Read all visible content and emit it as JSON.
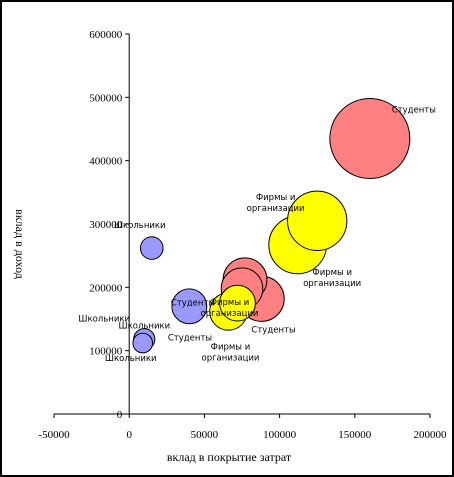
{
  "chart_data": {
    "type": "bubble",
    "title": "",
    "xlabel": "вклад в покрытие затрат",
    "ylabel": "вклад в доход",
    "xlim": [
      -50000,
      200000
    ],
    "ylim": [
      0,
      600000
    ],
    "x_ticks": [
      -50000,
      0,
      50000,
      100000,
      150000,
      200000
    ],
    "y_ticks": [
      0,
      100000,
      200000,
      300000,
      400000,
      500000,
      600000
    ],
    "grid": false,
    "legend": "none",
    "colors": {
      "Школьники": "#9999ff",
      "Студенты": "#ff8080",
      "Фирмы и организации": "#ffff00"
    },
    "points": [
      {
        "group": "Студенты",
        "x": 160000,
        "y": 435000,
        "size": 100,
        "label": [
          "Студенты"
        ]
      },
      {
        "group": "Студенты",
        "x": 88000,
        "y": 182000,
        "size": 32,
        "label": [
          "Студенты"
        ]
      },
      {
        "group": "Студенты",
        "x": 77000,
        "y": 212000,
        "size": 30,
        "label": [
          "Студенты"
        ]
      },
      {
        "group": "Студенты",
        "x": 75000,
        "y": 198000,
        "size": 27,
        "label": [
          "Студенты"
        ]
      },
      {
        "group": "Школьники",
        "x": 15000,
        "y": 262000,
        "size": 8,
        "label": [
          "Школьники"
        ]
      },
      {
        "group": "Школьники",
        "x": 40000,
        "y": 170000,
        "size": 19,
        "label": [
          "Школьники"
        ]
      },
      {
        "group": "Школьники",
        "x": 10000,
        "y": 118000,
        "size": 7,
        "label": [
          "Школьники"
        ]
      },
      {
        "group": "Школьники",
        "x": 9000,
        "y": 112000,
        "size": 6,
        "label": [
          "Школьники"
        ]
      },
      {
        "group": "Фирмы и организации",
        "x": 112000,
        "y": 267000,
        "size": 52,
        "label": [
          "Фирмы и",
          "организации"
        ]
      },
      {
        "group": "Фирмы и организации",
        "x": 125000,
        "y": 305000,
        "size": 55,
        "label": [
          "Фирмы и",
          "организации"
        ]
      },
      {
        "group": "Фирмы и организации",
        "x": 66000,
        "y": 162000,
        "size": 22,
        "label": [
          "Фирмы и",
          "организации"
        ]
      },
      {
        "group": "Фирмы и организации",
        "x": 72000,
        "y": 175000,
        "size": 20,
        "label": [
          "Фирмы и",
          "организации"
        ]
      }
    ]
  }
}
